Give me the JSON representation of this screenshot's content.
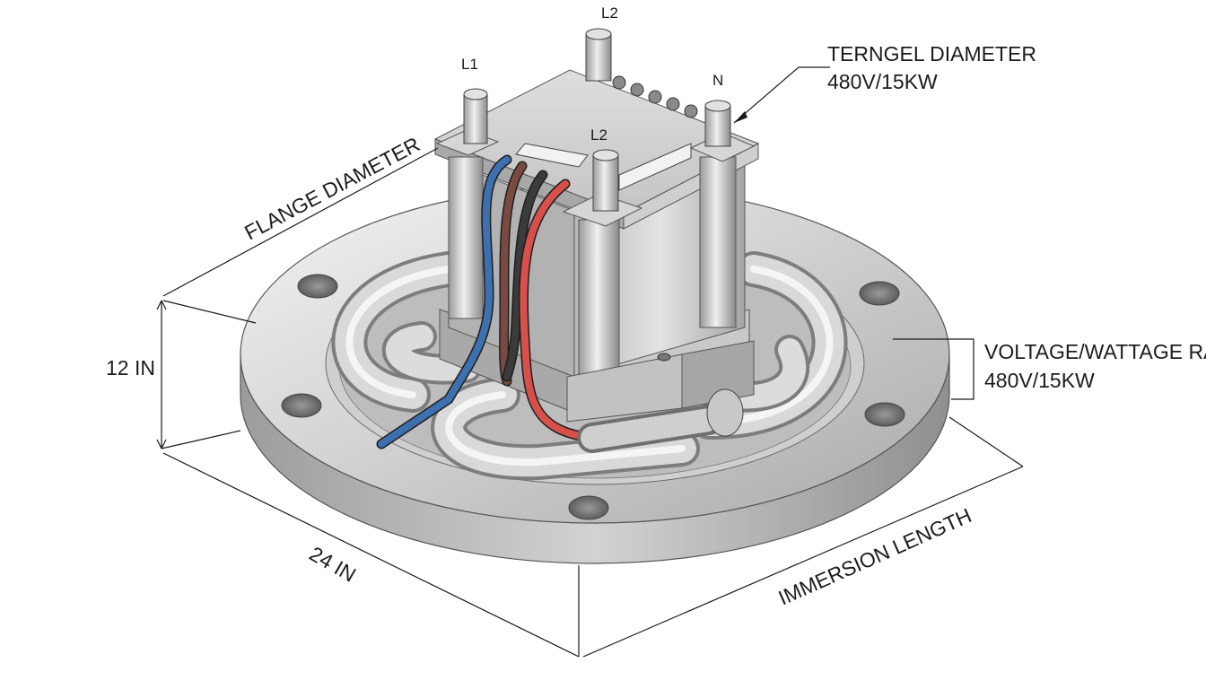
{
  "labels": {
    "flange_diameter": "FLANGE DIAMETER",
    "height": "12 IN",
    "width": "24 IN",
    "immersion_length": "IMMERSION LENGTH",
    "voltage_wattage_title": "VOLTAGE/WATTAGE RATING",
    "voltage_wattage_value": "480V/15KW",
    "terngel_title": "TERNGEL DIAMETER",
    "terngel_value": "480V/15KW"
  },
  "terminals": {
    "l1": "L1",
    "l2_rear": "L2",
    "l2_front": "L2",
    "n": "N"
  },
  "wires": [
    {
      "name": "blue-wire",
      "color": "#3e6fae"
    },
    {
      "name": "brown-wire",
      "color": "#7a4a40"
    },
    {
      "name": "black-wire",
      "color": "#3b3b3b"
    },
    {
      "name": "red-wire",
      "color": "#d9504a"
    }
  ],
  "colors": {
    "steel_light": "#e8e8e8",
    "steel_mid": "#bcbcbc",
    "steel_dark": "#8c8c8c",
    "outline": "#4a4a4a"
  }
}
